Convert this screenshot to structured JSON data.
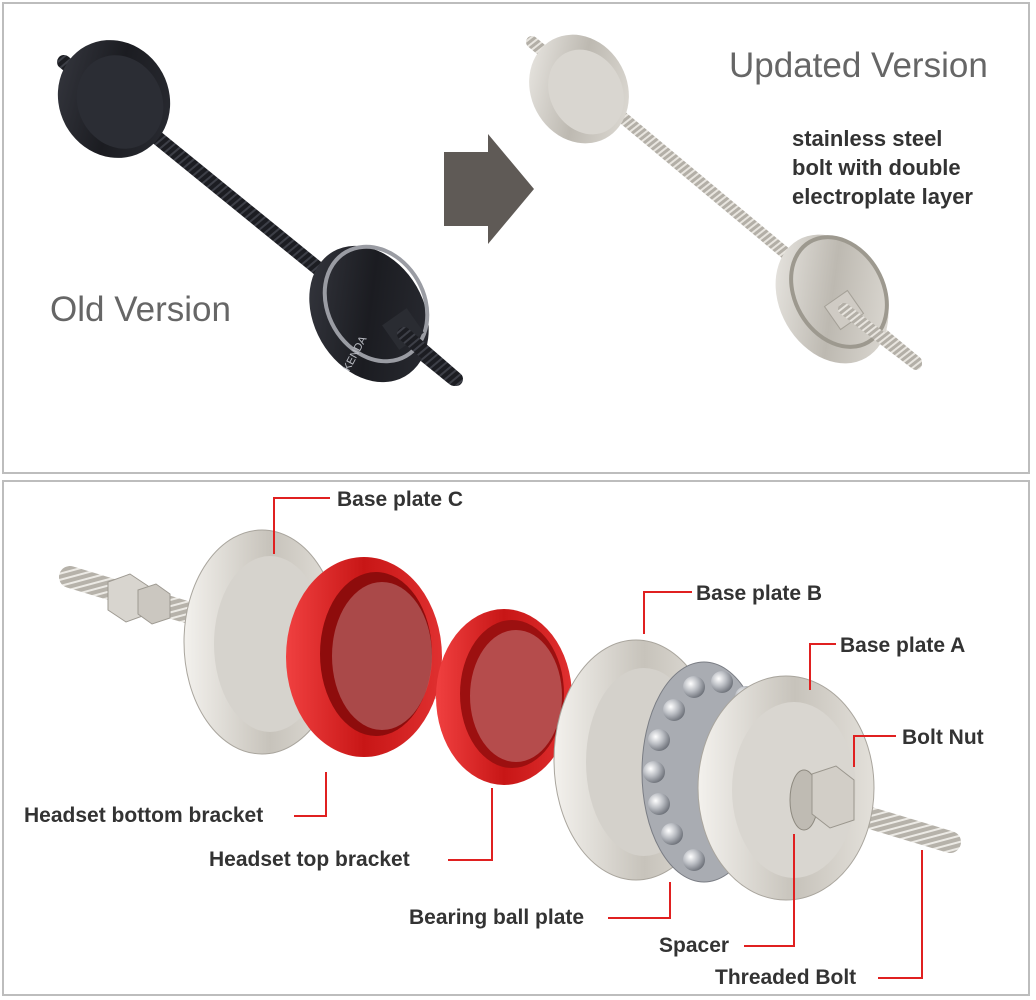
{
  "top_panel": {
    "old_label": "Old Version",
    "new_label": "Updated Version",
    "note_lines": [
      "stainless steel",
      "bolt with double",
      "electroplate layer"
    ]
  },
  "bottom_panel": {
    "callouts": {
      "base_plate_c": "Base plate C",
      "base_plate_b": "Base plate B",
      "base_plate_a": "Base plate A",
      "bolt_nut": "Bolt Nut",
      "headset_bottom_bracket": "Headset bottom bracket",
      "headset_top_bracket": "Headset top bracket",
      "bearing_ball_plate": "Bearing ball plate",
      "spacer": "Spacer",
      "threaded_bolt": "Threaded Bolt"
    }
  },
  "colors": {
    "callout_line": "#e02020",
    "bracket_red": "#d42020",
    "steel": "#c9c6c0",
    "old_black": "#1e1f24",
    "arrow": "#5f5a56"
  },
  "logo_text": "KENDA"
}
